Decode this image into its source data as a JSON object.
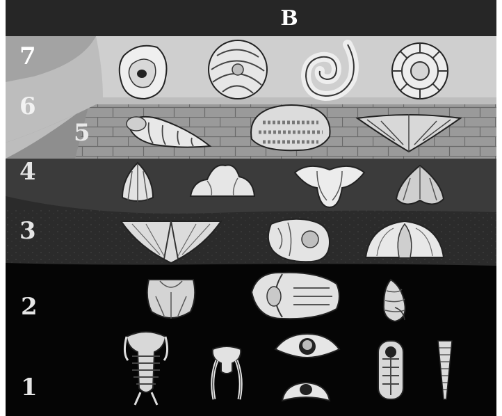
{
  "figure": {
    "title": "B",
    "layers": [
      {
        "label": "1",
        "color": "#050505"
      },
      {
        "label": "2",
        "color": "#0e0e0e"
      },
      {
        "label": "3",
        "color": "#2a2a2a"
      },
      {
        "label": "4",
        "color": "#3a3a3a"
      },
      {
        "label": "5",
        "color": "#8a8a8a"
      },
      {
        "label": "6",
        "color": "#b9b9b9"
      },
      {
        "label": "7",
        "color": "#cfcfcf"
      }
    ],
    "fossils": [
      {
        "layer": "7",
        "icon": "oyster-shell-icon"
      },
      {
        "layer": "7",
        "icon": "scallop-shell-icon"
      },
      {
        "layer": "7",
        "icon": "coiled-cephalopod-icon"
      },
      {
        "layer": "7",
        "icon": "ribbed-ammonite-icon"
      },
      {
        "layer": "5",
        "icon": "horn-coral-icon"
      },
      {
        "layer": "5",
        "icon": "bryozoan-colony-icon"
      },
      {
        "layer": "5",
        "icon": "spiriferid-brachiopod-icon"
      },
      {
        "layer": "4",
        "icon": "fan-brachiopod-icon"
      },
      {
        "layer": "4",
        "icon": "lobed-brachiopod-icon"
      },
      {
        "layer": "4",
        "icon": "winged-brachiopod-icon"
      },
      {
        "layer": "4",
        "icon": "heart-brachiopod-icon"
      },
      {
        "layer": "3",
        "icon": "strophomenid-brachiopod-icon"
      },
      {
        "layer": "3",
        "icon": "gastropod-icon"
      },
      {
        "layer": "3",
        "icon": "arched-brachiopod-icon"
      },
      {
        "layer": "2",
        "icon": "trilobite-cephalon-icon"
      },
      {
        "layer": "2",
        "icon": "ordovician-trilobite-icon"
      },
      {
        "layer": "2",
        "icon": "small-gastropod-icon"
      },
      {
        "layer": "1",
        "icon": "cambrian-trilobite-icon"
      },
      {
        "layer": "1",
        "icon": "trilobite-spines-icon"
      },
      {
        "layer": "1",
        "icon": "trilobite-head-icon"
      },
      {
        "layer": "1",
        "icon": "trilobite-pygidium-icon"
      },
      {
        "layer": "1",
        "icon": "small-trilobite-icon"
      },
      {
        "layer": "1",
        "icon": "hyolith-cone-icon"
      }
    ]
  }
}
